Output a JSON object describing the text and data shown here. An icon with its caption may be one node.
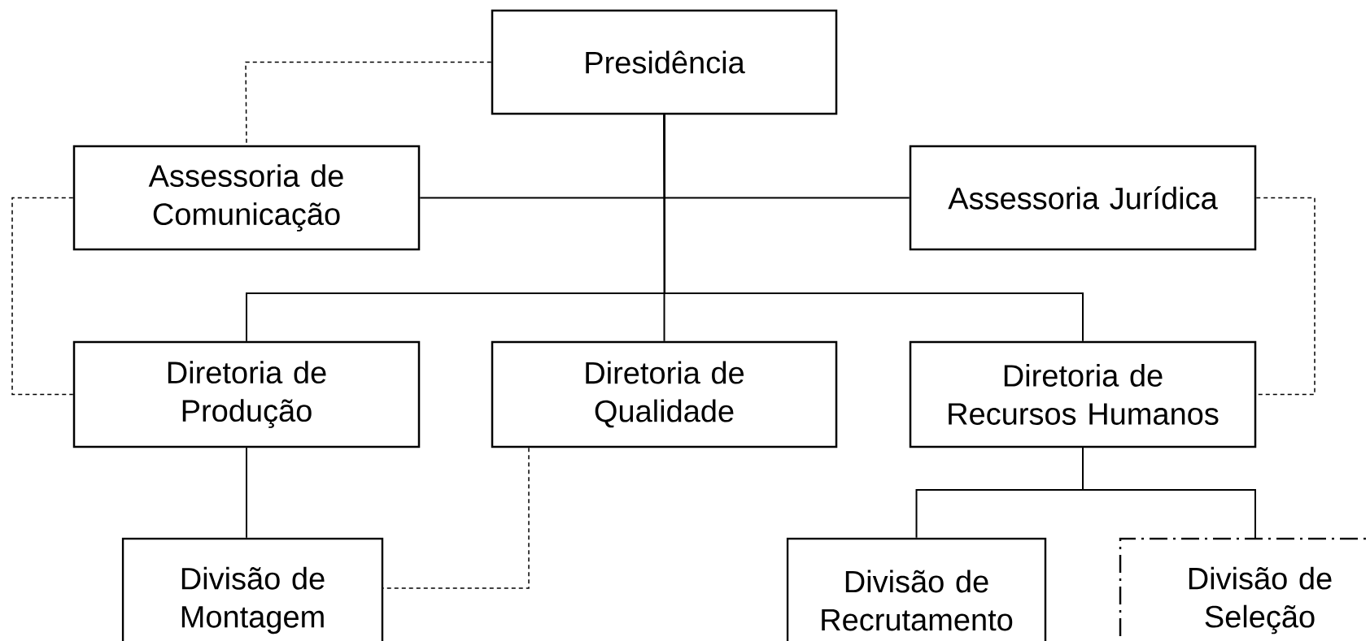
{
  "diagram": {
    "nodes": [
      {
        "text": [
          "Presidência"
        ]
      },
      {
        "text": [
          "Assessoria de Comunicação"
        ]
      },
      {
        "text": [
          "Assessoria Jurídica"
        ]
      },
      {
        "text": [
          "Diretoria de Produção"
        ]
      },
      {
        "text": [
          "Diretoria de Qualidade"
        ]
      },
      {
        "text": [
          "Diretoria de Recursos Humanos"
        ]
      },
      {
        "text": [
          "Divisão de Montagem"
        ]
      },
      {
        "text": [
          "Divisão de Recrutamento"
        ]
      },
      {
        "text": [
          "Divisão de Seleção"
        ]
      }
    ],
    "edges": [
      {
        "from": 0,
        "to": 1,
        "arrow": "none"
      },
      {
        "from": 0,
        "to": 2,
        "arrow": "none"
      },
      {
        "from": 0,
        "to": 3,
        "arrow": "none"
      },
      {
        "from": 0,
        "to": 4,
        "arrow": "none"
      },
      {
        "from": 0,
        "to": 5,
        "arrow": "none"
      },
      {
        "from": 0,
        "to": 1,
        "arrow": "none",
        "style": "dashed"
      },
      {
        "from": 1,
        "to": 3,
        "arrow": "none",
        "style": "dashed"
      },
      {
        "from": 2,
        "to": 5,
        "arrow": "none",
        "style": "dashed"
      },
      {
        "from": 3,
        "to": 6,
        "arrow": "none"
      },
      {
        "from": 4,
        "to": 6,
        "arrow": "none",
        "style": "dashed"
      },
      {
        "from": 5,
        "to": 7,
        "arrow": "none"
      },
      {
        "from": 5,
        "to": 8,
        "arrow": "none"
      }
    ]
  }
}
